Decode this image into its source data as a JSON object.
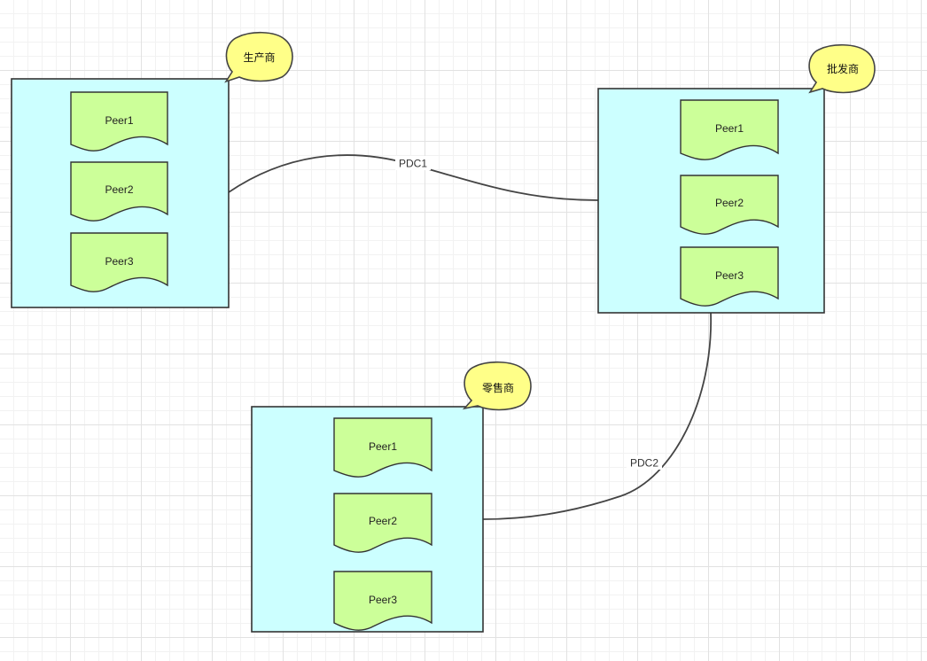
{
  "organizations": {
    "producer": {
      "name": "生产商",
      "peers": [
        "Peer1",
        "Peer2",
        "Peer3"
      ]
    },
    "wholesaler": {
      "name": "批发商",
      "peers": [
        "Peer1",
        "Peer2",
        "Peer3"
      ]
    },
    "retailer": {
      "name": "零售商",
      "peers": [
        "Peer1",
        "Peer2",
        "Peer3"
      ]
    }
  },
  "connections": {
    "pdc1": {
      "label": "PDC1",
      "from": "生产商",
      "to": "批发商"
    },
    "pdc2": {
      "label": "PDC2",
      "from": "批发商",
      "to": "零售商"
    }
  },
  "colors": {
    "org_fill": "#ccffff",
    "peer_fill": "#ccff99",
    "callout_fill": "#ffff88",
    "stroke": "#333333"
  }
}
